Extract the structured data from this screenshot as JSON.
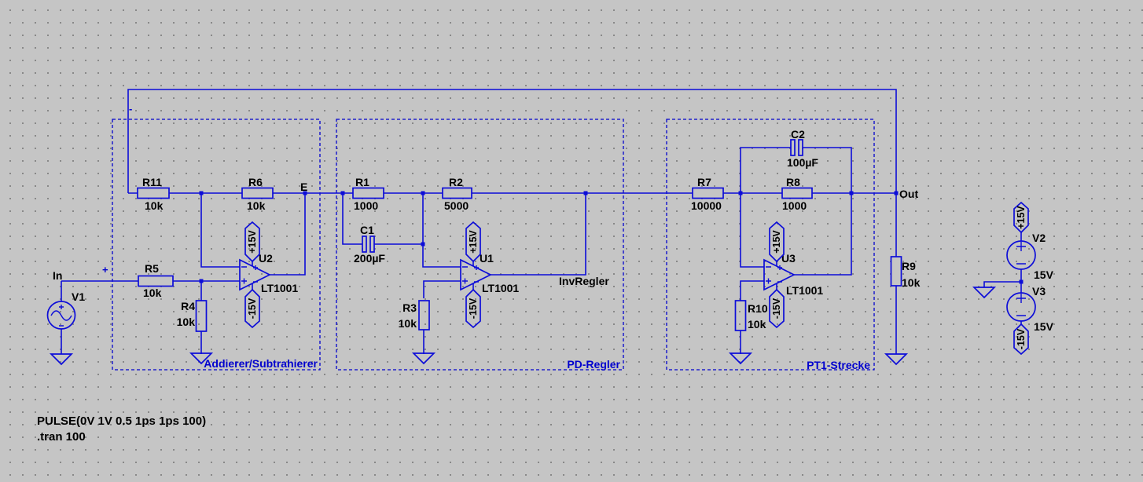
{
  "colors": {
    "background": "#C5C5C5",
    "grid_dot": "#7e7e7e",
    "wire": "#0d0dd8",
    "text": "#000000",
    "accent_blue": "#0202ce"
  },
  "blocks": [
    {
      "label": "Addierer/Subtrahierer"
    },
    {
      "label": "PD-Regler"
    },
    {
      "label": "PT1-Strecke"
    }
  ],
  "resistors": [
    {
      "ref": "R11",
      "value": "10k"
    },
    {
      "ref": "R6",
      "value": "10k"
    },
    {
      "ref": "R5",
      "value": "10k"
    },
    {
      "ref": "R4",
      "value": "10k"
    },
    {
      "ref": "R1",
      "value": "1000"
    },
    {
      "ref": "R2",
      "value": "5000"
    },
    {
      "ref": "R3",
      "value": "10k"
    },
    {
      "ref": "R7",
      "value": "10000"
    },
    {
      "ref": "R8",
      "value": "1000"
    },
    {
      "ref": "R10",
      "value": "10k"
    },
    {
      "ref": "R9",
      "value": "10k"
    }
  ],
  "capacitors": [
    {
      "ref": "C1",
      "value": "200µF"
    },
    {
      "ref": "C2",
      "value": "100µF"
    }
  ],
  "opamps": [
    {
      "ref": "U2",
      "part": "LT1001"
    },
    {
      "ref": "U1",
      "part": "LT1001"
    },
    {
      "ref": "U3",
      "part": "LT1001"
    }
  ],
  "sources": [
    {
      "ref": "V1"
    },
    {
      "ref": "V2",
      "value": "15V"
    },
    {
      "ref": "V3",
      "value": "15V"
    }
  ],
  "rails": {
    "pos": "+15V",
    "neg": "-15V"
  },
  "nets": {
    "in": "In",
    "e": "E",
    "out": "Out",
    "inv": "InvRegler"
  },
  "markers": {
    "plus": "+",
    "minus": "-"
  },
  "directives": [
    {
      "text": "PULSE(0V 1V 0.5 1ps 1ps 100)"
    },
    {
      "text": ".tran 100"
    }
  ]
}
